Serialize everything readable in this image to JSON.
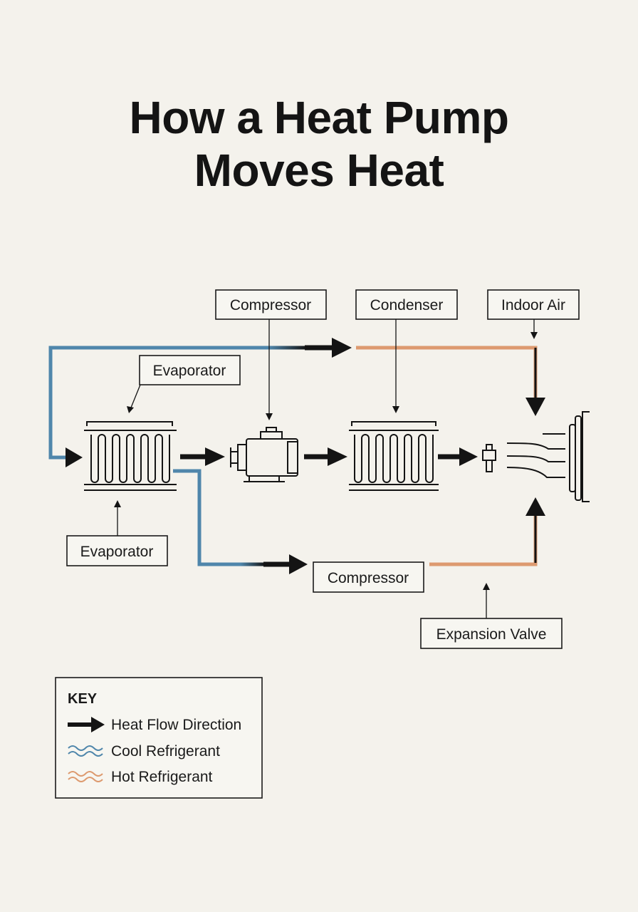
{
  "title": {
    "line1": "How a Heat Pump",
    "line2": "Moves Heat"
  },
  "labels": {
    "compressor_top": "Compressor",
    "condenser": "Condenser",
    "indoor_air": "Indoor Air",
    "evaporator_top": "Evaporator",
    "evaporator_bottom": "Evaporator",
    "compressor_bottom": "Compressor",
    "expansion_valve": "Expansion Valve"
  },
  "key": {
    "title": "KEY",
    "items": [
      {
        "label": "Heat Flow Direction",
        "icon": "arrow-icon"
      },
      {
        "label": "Cool Refrigerant",
        "icon": "wave-icon",
        "color": "#4f86ab"
      },
      {
        "label": "Hot Refrigerant",
        "icon": "wave-icon",
        "color": "#dd9a6f"
      }
    ]
  },
  "colors": {
    "cool": "#4f86ab",
    "hot": "#dd9a6f",
    "ink": "#141414"
  }
}
